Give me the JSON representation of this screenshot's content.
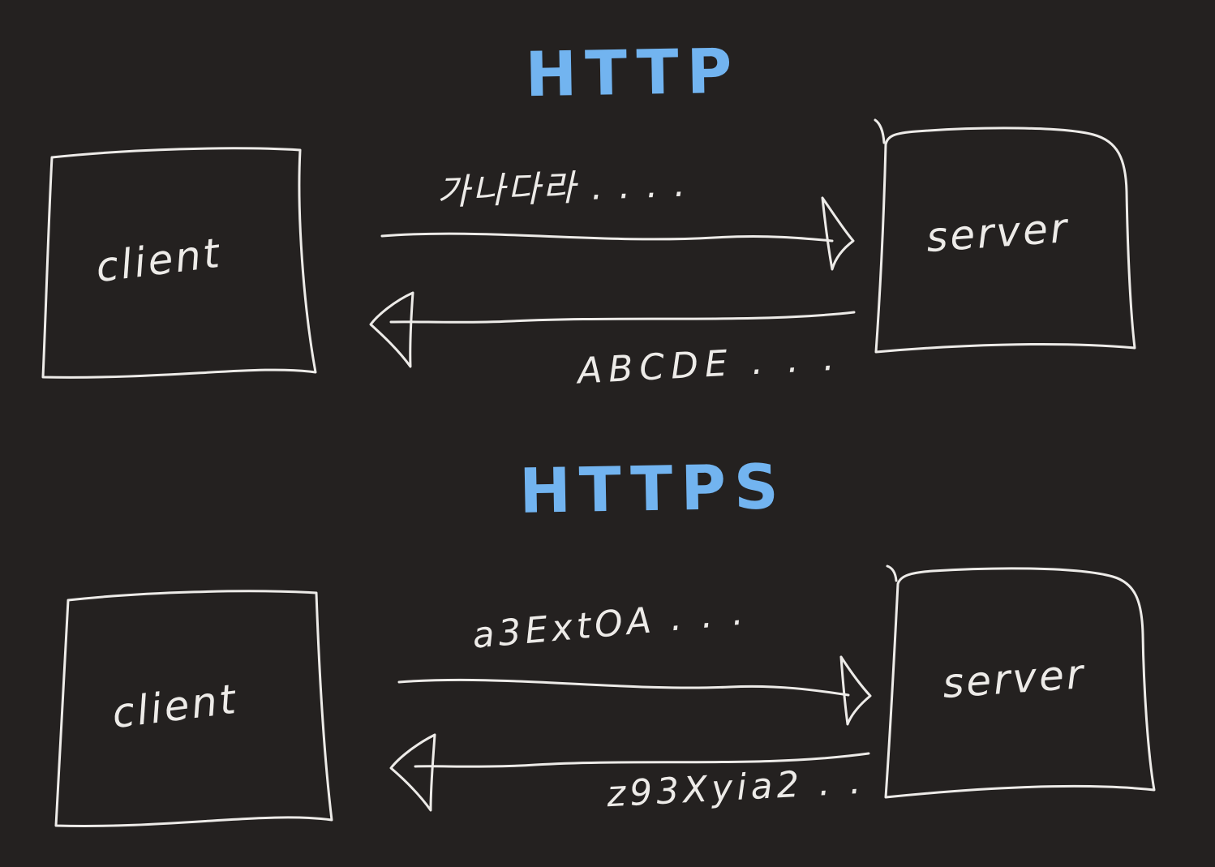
{
  "canvas": {
    "background_color": "#242120",
    "stroke_color": "#edebe8",
    "accent_blue": "#72b4f0"
  },
  "http_section": {
    "title": "HTTP",
    "client_label": "client",
    "server_label": "server",
    "request_label": "가나다라 . . . .",
    "response_label": "ABCDE . . ."
  },
  "https_section": {
    "title": "HTTPS",
    "client_label": "client",
    "server_label": "server",
    "request_label": "a3ExtOA . . .",
    "response_label": "z93Xyia2 . ."
  }
}
